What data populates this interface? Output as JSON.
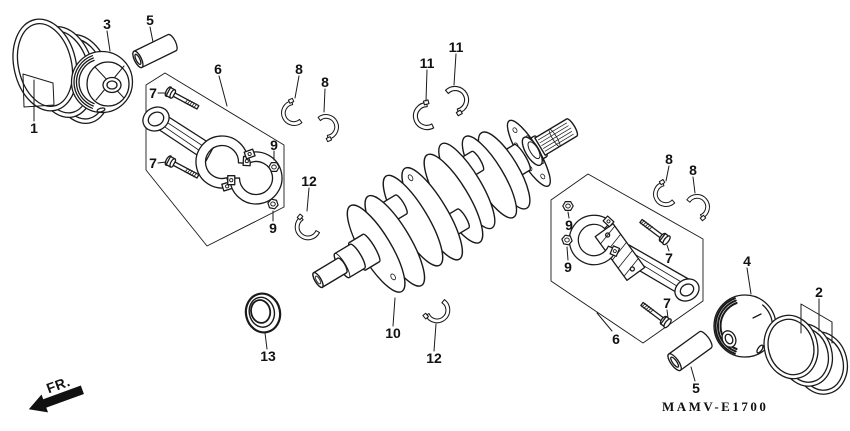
{
  "diagram": {
    "code": "MAMV-E1700",
    "fr_label": "FR.",
    "background": "#ffffff",
    "line_color": "#1a1a1a"
  },
  "callouts": [
    {
      "part": "1",
      "text": "1"
    },
    {
      "part": "3",
      "text": "3"
    },
    {
      "part": "5",
      "text": "5"
    },
    {
      "part": "6",
      "text": "6"
    },
    {
      "part": "7",
      "text": "7"
    },
    {
      "part": "7",
      "text": "7"
    },
    {
      "part": "8",
      "text": "8"
    },
    {
      "part": "8",
      "text": "8"
    },
    {
      "part": "9",
      "text": "9"
    },
    {
      "part": "9",
      "text": "9"
    },
    {
      "part": "11",
      "text": "11"
    },
    {
      "part": "11",
      "text": "11"
    },
    {
      "part": "12",
      "text": "12"
    },
    {
      "part": "10",
      "text": "10"
    },
    {
      "part": "12",
      "text": "12"
    },
    {
      "part": "13",
      "text": "13"
    },
    {
      "part": "8",
      "text": "8"
    },
    {
      "part": "8",
      "text": "8"
    },
    {
      "part": "9",
      "text": "9"
    },
    {
      "part": "9",
      "text": "9"
    },
    {
      "part": "7",
      "text": "7"
    },
    {
      "part": "7",
      "text": "7"
    },
    {
      "part": "6",
      "text": "6"
    },
    {
      "part": "4",
      "text": "4"
    },
    {
      "part": "2",
      "text": "2"
    },
    {
      "part": "5",
      "text": "5"
    }
  ]
}
